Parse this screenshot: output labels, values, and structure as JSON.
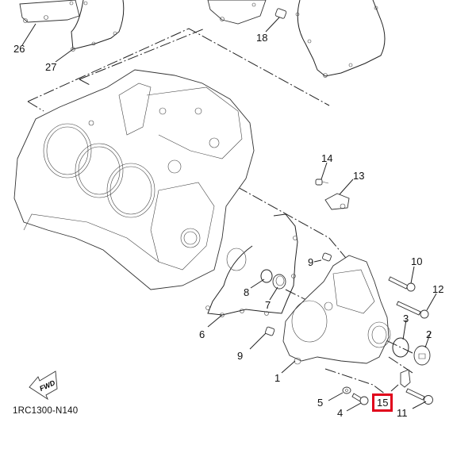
{
  "diagram": {
    "title": "Crankcase cover / gasket exploded view",
    "drawing_code": "1RC1300-N140",
    "direction_label": "FWD",
    "highlighted_callout": "15",
    "highlight_color": "#e0001b",
    "callouts": [
      {
        "id": "1",
        "label": "1"
      },
      {
        "id": "2",
        "label": "2"
      },
      {
        "id": "3",
        "label": "3"
      },
      {
        "id": "4",
        "label": "4"
      },
      {
        "id": "5",
        "label": "5"
      },
      {
        "id": "6",
        "label": "6"
      },
      {
        "id": "7",
        "label": "7"
      },
      {
        "id": "8",
        "label": "8"
      },
      {
        "id": "9a",
        "label": "9"
      },
      {
        "id": "9b",
        "label": "9"
      },
      {
        "id": "10",
        "label": "10"
      },
      {
        "id": "11",
        "label": "11"
      },
      {
        "id": "12",
        "label": "12"
      },
      {
        "id": "13",
        "label": "13"
      },
      {
        "id": "14",
        "label": "14"
      },
      {
        "id": "15",
        "label": "15"
      },
      {
        "id": "18",
        "label": "18"
      },
      {
        "id": "26",
        "label": "26"
      },
      {
        "id": "27",
        "label": "27"
      }
    ]
  }
}
